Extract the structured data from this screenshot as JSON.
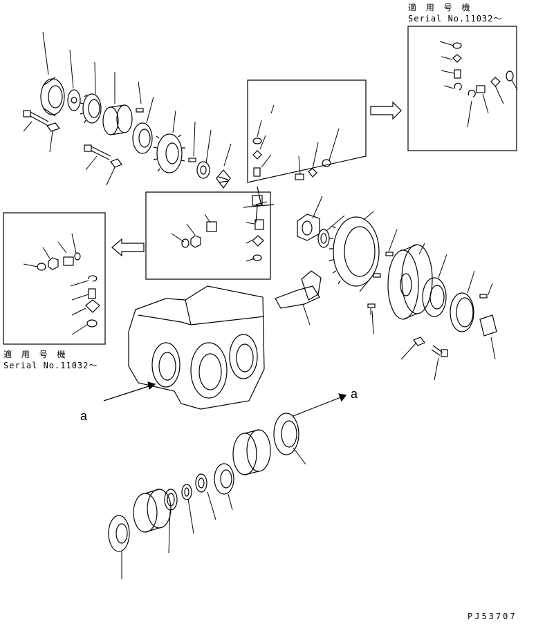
{
  "note_right": {
    "applicable": "適 用 号 機",
    "serial": "Serial No.11032～"
  },
  "note_left": {
    "applicable": "適 用 号 機",
    "serial": "Serial No.11032～"
  },
  "view_label_left": "a",
  "view_label_right": "a",
  "drawing_code": "PJ53707",
  "colors": {
    "line": "#000000",
    "background": "#ffffff"
  }
}
